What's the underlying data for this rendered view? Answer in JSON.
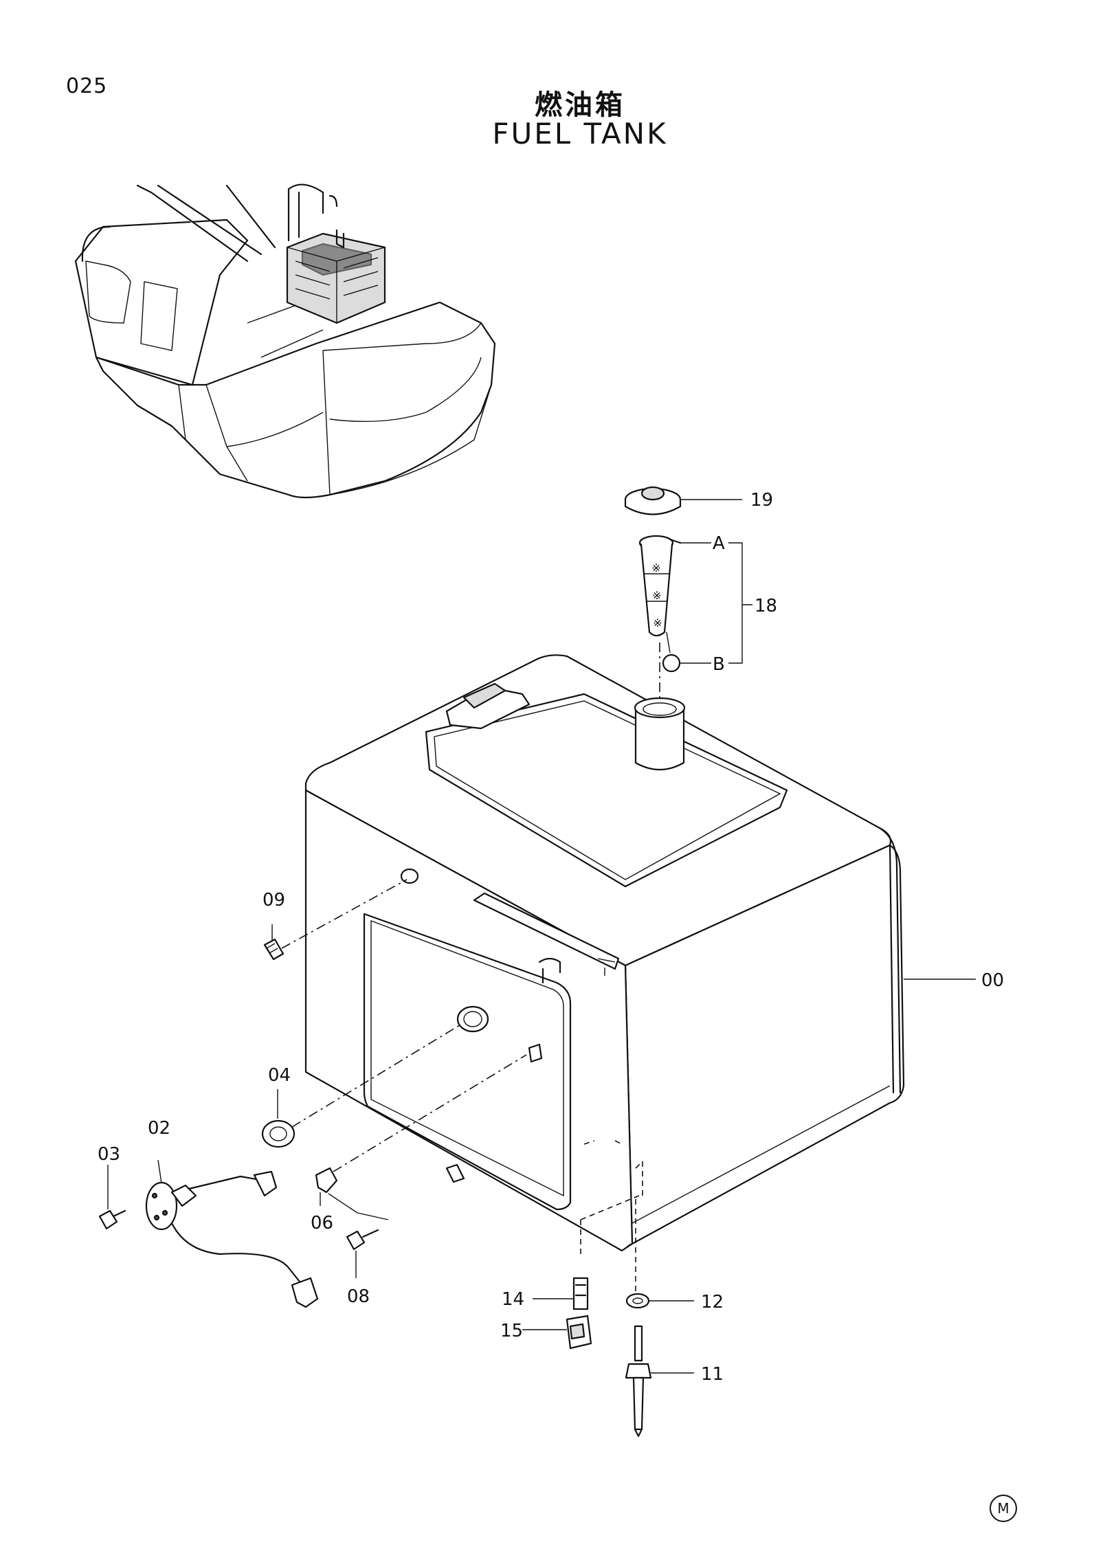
{
  "page": {
    "number": "025",
    "title_cn": "燃油箱",
    "title_en": "FUEL TANK",
    "mark": "M"
  },
  "callouts": {
    "p19": "19",
    "pA": "A",
    "p18": "18",
    "pB": "B",
    "p00": "00",
    "p09": "09",
    "p04": "04",
    "p02": "02",
    "p03": "03",
    "p06": "06",
    "p08": "08",
    "p14": "14",
    "p15": "15",
    "p12": "12",
    "p11": "11"
  }
}
